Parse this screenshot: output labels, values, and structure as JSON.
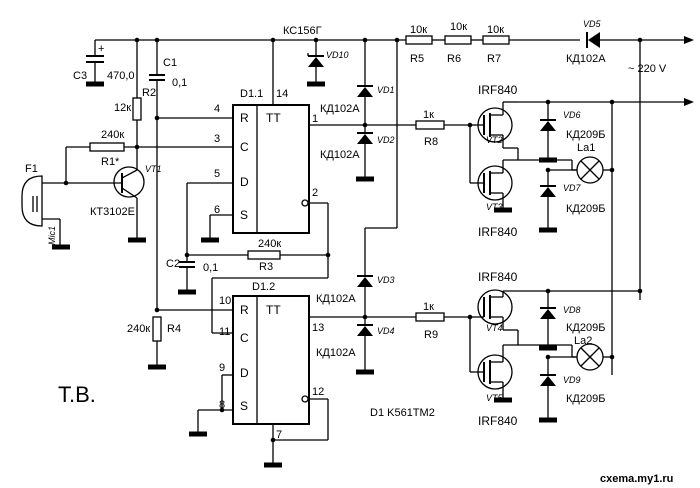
{
  "diagram": {
    "supply": "~ 220 V",
    "author": "Т.В.",
    "site": "cxema.my1.ru",
    "ic_note": "D1 K561TM2",
    "components": {
      "R1": "R1*",
      "R1_val": "240к",
      "R2": "R2",
      "R2_val": "12к",
      "R3": "R3",
      "R3_val": "240к",
      "R4": "R4",
      "R4_val": "240к",
      "R5": "R5",
      "R5_val": "10к",
      "R6": "R6",
      "R6_val": "10к",
      "R7": "R7",
      "R7_val": "10к",
      "R8": "R8",
      "R8_val": "1к",
      "R9": "R9",
      "R9_val": "1к",
      "C1": "C1",
      "C1_val": "0,1",
      "C2": "C2",
      "C2_val": "0,1",
      "C3": "C3",
      "C3_val": "470,0",
      "VT1": "VT1",
      "VT1_type": "КТ3102Е",
      "F1": "F1",
      "Mic": "Mic1",
      "VD10": "VD10",
      "VD10_type": "КС156Г",
      "VD1": "VD1",
      "VD1_type": "КД102А",
      "VD2": "VD2",
      "VD2_type": "КД102А",
      "VD3": "VD3",
      "VD3_type": "КД102А",
      "VD4": "VD4",
      "VD4_type": "КД102А",
      "VD5": "VD5",
      "VD5_type": "КД102А",
      "VD6": "VD6",
      "VD6_type": "КД209Б",
      "VD7": "VD7",
      "VD7_type": "КД209Б",
      "VD8": "VD8",
      "VD8_type": "КД209Б",
      "VD9": "VD9",
      "VD9_type": "КД209Б",
      "VT2": "VT2",
      "VT2_type": "IRF840",
      "VT3": "VT3",
      "VT3_type": "IRF840",
      "VT4": "VT4",
      "VT4_type": "IRF840",
      "VT5": "VT5",
      "VT5_type": "IRF840",
      "La1": "La1",
      "La2": "La2"
    },
    "ic1": {
      "name": "D1.1",
      "tt": "TT",
      "R": "R",
      "C": "C",
      "D": "D",
      "S": "S",
      "p4": "4",
      "p3": "3",
      "p5": "5",
      "p6": "6",
      "p14": "14",
      "p1": "1",
      "p2": "2"
    },
    "ic2": {
      "name": "D1.2",
      "tt": "TT",
      "R": "R",
      "C": "C",
      "D": "D",
      "S": "S",
      "p10": "10",
      "p11": "11",
      "p9": "9",
      "p8": "8",
      "p13": "13",
      "p12": "12",
      "p7": "7"
    },
    "plus": "+"
  }
}
